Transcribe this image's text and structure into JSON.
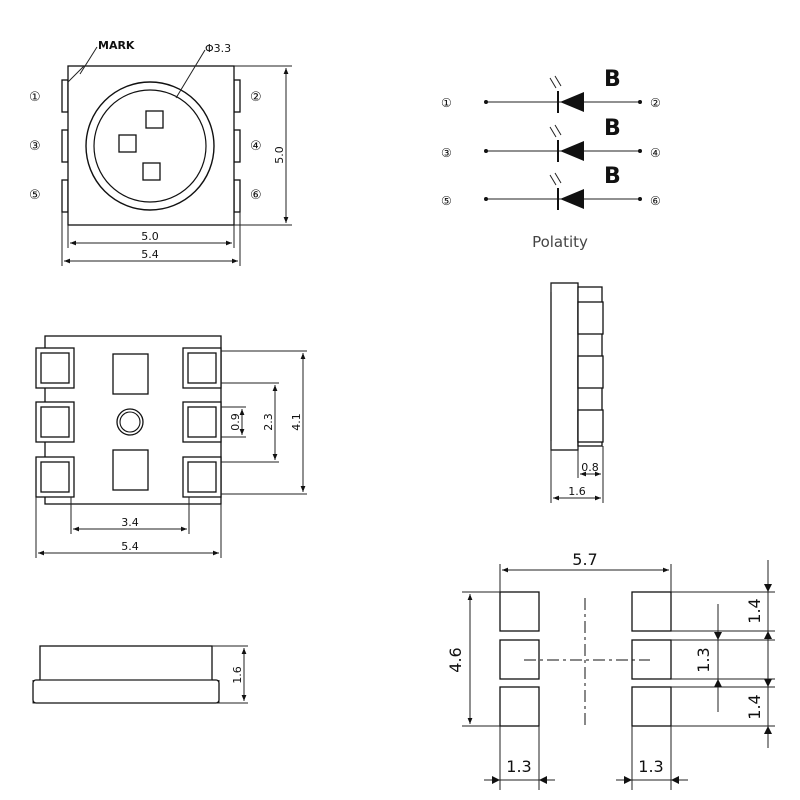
{
  "top_view": {
    "mark_label": "MARK",
    "diameter_label": "Φ3.3",
    "pins": [
      "①",
      "②",
      "③",
      "④",
      "⑤",
      "⑥"
    ],
    "height_dim": "5.0",
    "inner_width_dim": "5.0",
    "outer_width_dim": "5.4"
  },
  "polarity": {
    "caption": "Polatity",
    "rows": [
      {
        "left_pin": "①",
        "right_pin": "②",
        "letter": "B"
      },
      {
        "left_pin": "③",
        "right_pin": "④",
        "letter": "B"
      },
      {
        "left_pin": "⑤",
        "right_pin": "⑥",
        "letter": "B"
      }
    ]
  },
  "bottom_view": {
    "pad_pitch_dim": "0.9",
    "pad_span_dim": "2.3",
    "height_dim": "4.1",
    "inner_width_dim": "3.4",
    "outer_width_dim": "5.4"
  },
  "side_view": {
    "inner_dim": "0.8",
    "outer_dim": "1.6"
  },
  "front_view": {
    "height_dim": "1.6"
  },
  "footprint": {
    "width_dim": "5.7",
    "height_dim": "4.6",
    "pad_gap_dim": "1.3",
    "top_pad_dim": "1.4",
    "bottom_pad_dim": "1.4",
    "left_pad_width_dim": "1.3",
    "right_pad_width_dim": "1.3"
  }
}
